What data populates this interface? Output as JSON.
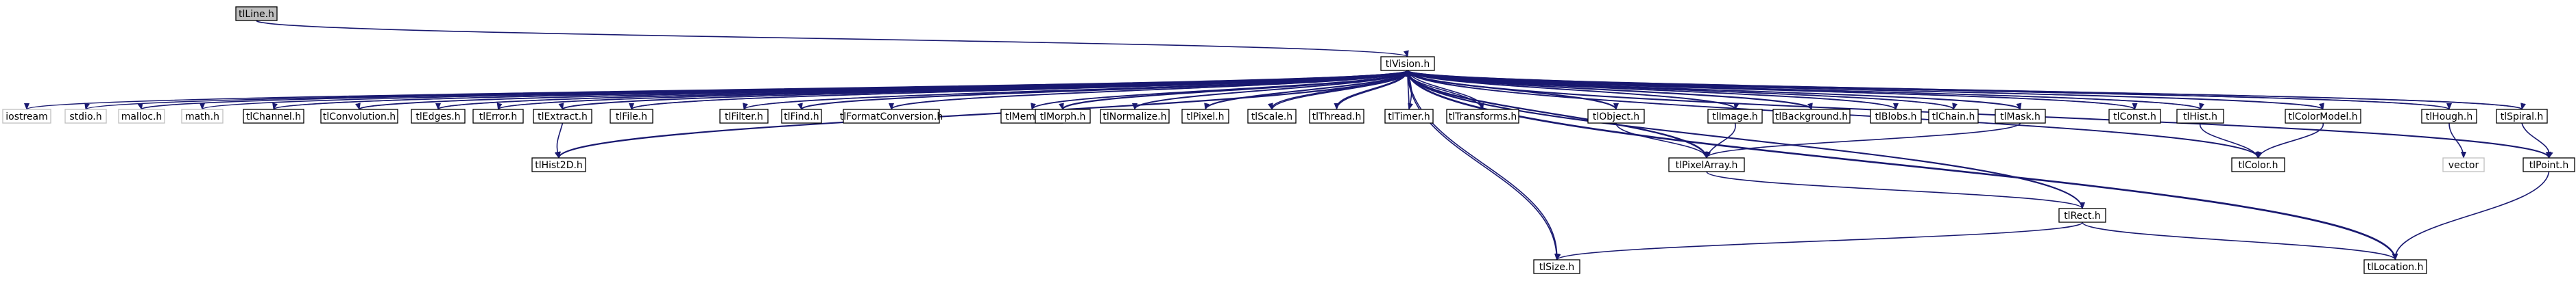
{
  "graph": {
    "nodes": [
      {
        "id": "tlLine",
        "label": "tlLine.h",
        "kind": "root"
      },
      {
        "id": "tlVision",
        "label": "tlVision.h",
        "kind": "project"
      },
      {
        "id": "iostream",
        "label": "iostream",
        "kind": "system"
      },
      {
        "id": "stdio",
        "label": "stdio.h",
        "kind": "system"
      },
      {
        "id": "malloc",
        "label": "malloc.h",
        "kind": "system"
      },
      {
        "id": "math",
        "label": "math.h",
        "kind": "system"
      },
      {
        "id": "tlChannel",
        "label": "tlChannel.h",
        "kind": "project"
      },
      {
        "id": "tlConvolution",
        "label": "tlConvolution.h",
        "kind": "project"
      },
      {
        "id": "tlEdges",
        "label": "tlEdges.h",
        "kind": "project"
      },
      {
        "id": "tlError",
        "label": "tlError.h",
        "kind": "project"
      },
      {
        "id": "tlExtract",
        "label": "tlExtract.h",
        "kind": "project"
      },
      {
        "id": "tlFile",
        "label": "tlFile.h",
        "kind": "project"
      },
      {
        "id": "tlFilter",
        "label": "tlFilter.h",
        "kind": "project"
      },
      {
        "id": "tlFind",
        "label": "tlFind.h",
        "kind": "project"
      },
      {
        "id": "tlFormatConversion",
        "label": "tlFormatConversion.h",
        "kind": "project"
      },
      {
        "id": "tlMemory",
        "label": "tlMemory.h",
        "kind": "project"
      },
      {
        "id": "tlMorph",
        "label": "tlMorph.h",
        "kind": "project"
      },
      {
        "id": "tlNormalize",
        "label": "tlNormalize.h",
        "kind": "project"
      },
      {
        "id": "tlPixel",
        "label": "tlPixel.h",
        "kind": "project"
      },
      {
        "id": "tlScale",
        "label": "tlScale.h",
        "kind": "project"
      },
      {
        "id": "tlThread",
        "label": "tlThread.h",
        "kind": "project"
      },
      {
        "id": "tlTimer",
        "label": "tlTimer.h",
        "kind": "project"
      },
      {
        "id": "tlTransforms",
        "label": "tlTransforms.h",
        "kind": "project"
      },
      {
        "id": "tlObject",
        "label": "tlObject.h",
        "kind": "project"
      },
      {
        "id": "tlImage",
        "label": "tlImage.h",
        "kind": "project"
      },
      {
        "id": "tlBackground",
        "label": "tlBackground.h",
        "kind": "project"
      },
      {
        "id": "tlBlobs",
        "label": "tlBlobs.h",
        "kind": "project"
      },
      {
        "id": "tlChain",
        "label": "tlChain.h",
        "kind": "project"
      },
      {
        "id": "tlMask",
        "label": "tlMask.h",
        "kind": "project"
      },
      {
        "id": "tlConst",
        "label": "tlConst.h",
        "kind": "project"
      },
      {
        "id": "tlHist",
        "label": "tlHist.h",
        "kind": "project"
      },
      {
        "id": "tlColorModel",
        "label": "tlColorModel.h",
        "kind": "project"
      },
      {
        "id": "tlHough",
        "label": "tlHough.h",
        "kind": "project"
      },
      {
        "id": "tlSpiral",
        "label": "tlSpiral.h",
        "kind": "project"
      },
      {
        "id": "tlHist2D",
        "label": "tlHist2D.h",
        "kind": "project"
      },
      {
        "id": "tlPixelArray",
        "label": "tlPixelArray.h",
        "kind": "project"
      },
      {
        "id": "tlColor",
        "label": "tlColor.h",
        "kind": "project"
      },
      {
        "id": "vector",
        "label": "vector",
        "kind": "system"
      },
      {
        "id": "tlPoint",
        "label": "tlPoint.h",
        "kind": "project"
      },
      {
        "id": "tlRect",
        "label": "tlRect.h",
        "kind": "project"
      },
      {
        "id": "tlSize",
        "label": "tlSize.h",
        "kind": "project"
      },
      {
        "id": "tlLocation",
        "label": "tlLocation.h",
        "kind": "project"
      }
    ],
    "edges": [
      [
        "tlLine",
        "tlVision"
      ],
      [
        "tlVision",
        "iostream"
      ],
      [
        "tlVision",
        "stdio"
      ],
      [
        "tlVision",
        "malloc"
      ],
      [
        "tlVision",
        "math"
      ],
      [
        "tlVision",
        "tlChannel"
      ],
      [
        "tlVision",
        "tlConvolution"
      ],
      [
        "tlVision",
        "tlEdges"
      ],
      [
        "tlVision",
        "tlError"
      ],
      [
        "tlVision",
        "tlExtract"
      ],
      [
        "tlVision",
        "tlFile"
      ],
      [
        "tlVision",
        "tlFilter"
      ],
      [
        "tlVision",
        "tlFind"
      ],
      [
        "tlVision",
        "tlFormatConversion"
      ],
      [
        "tlVision",
        "tlMemory"
      ],
      [
        "tlVision",
        "tlMorph"
      ],
      [
        "tlVision",
        "tlNormalize"
      ],
      [
        "tlVision",
        "tlPixel"
      ],
      [
        "tlVision",
        "tlScale"
      ],
      [
        "tlVision",
        "tlThread"
      ],
      [
        "tlVision",
        "tlTimer"
      ],
      [
        "tlVision",
        "tlTransforms"
      ],
      [
        "tlVision",
        "tlObject"
      ],
      [
        "tlVision",
        "tlImage"
      ],
      [
        "tlVision",
        "tlBackground"
      ],
      [
        "tlVision",
        "tlBlobs"
      ],
      [
        "tlVision",
        "tlChain"
      ],
      [
        "tlVision",
        "tlMask"
      ],
      [
        "tlVision",
        "tlConst"
      ],
      [
        "tlVision",
        "tlHist"
      ],
      [
        "tlVision",
        "tlColorModel"
      ],
      [
        "tlVision",
        "tlHough"
      ],
      [
        "tlVision",
        "tlSpiral"
      ],
      [
        "tlVision",
        "tlHist2D"
      ],
      [
        "tlVision",
        "tlPixelArray"
      ],
      [
        "tlVision",
        "tlColor"
      ],
      [
        "tlVision",
        "tlPoint"
      ],
      [
        "tlVision",
        "tlRect"
      ],
      [
        "tlVision",
        "tlSize"
      ],
      [
        "tlVision",
        "tlLocation"
      ],
      [
        "tlChannel",
        "tlVision"
      ],
      [
        "tlConvolution",
        "tlVision"
      ],
      [
        "tlEdges",
        "tlVision"
      ],
      [
        "tlError",
        "tlVision"
      ],
      [
        "tlExtract",
        "tlVision"
      ],
      [
        "tlFile",
        "tlVision"
      ],
      [
        "tlFilter",
        "tlVision"
      ],
      [
        "tlFind",
        "tlVision"
      ],
      [
        "tlFormatConversion",
        "tlVision"
      ],
      [
        "tlMemory",
        "tlVision"
      ],
      [
        "tlMorph",
        "tlVision"
      ],
      [
        "tlNormalize",
        "tlVision"
      ],
      [
        "tlPixel",
        "tlVision"
      ],
      [
        "tlScale",
        "tlVision"
      ],
      [
        "tlThread",
        "tlVision"
      ],
      [
        "tlTimer",
        "tlVision"
      ],
      [
        "tlTransforms",
        "tlVision"
      ],
      [
        "tlObject",
        "tlVision"
      ],
      [
        "tlImage",
        "tlVision"
      ],
      [
        "tlBackground",
        "tlVision"
      ],
      [
        "tlBlobs",
        "tlVision"
      ],
      [
        "tlChain",
        "tlVision"
      ],
      [
        "tlMask",
        "tlVision"
      ],
      [
        "tlConst",
        "tlVision"
      ],
      [
        "tlHist",
        "tlVision"
      ],
      [
        "tlColorModel",
        "tlVision"
      ],
      [
        "tlHough",
        "tlVision"
      ],
      [
        "tlSpiral",
        "tlVision"
      ],
      [
        "tlHist2D",
        "tlVision"
      ],
      [
        "tlPixelArray",
        "tlVision"
      ],
      [
        "tlColor",
        "tlVision"
      ],
      [
        "tlPoint",
        "tlVision"
      ],
      [
        "tlRect",
        "tlVision"
      ],
      [
        "tlSize",
        "tlVision"
      ],
      [
        "tlLocation",
        "tlVision"
      ],
      [
        "tlExtract",
        "tlHist2D"
      ],
      [
        "tlObject",
        "tlPixelArray"
      ],
      [
        "tlImage",
        "tlPixelArray"
      ],
      [
        "tlMask",
        "tlPixelArray"
      ],
      [
        "tlPixelArray",
        "tlRect"
      ],
      [
        "tlColorModel",
        "tlColor"
      ],
      [
        "tlHist",
        "tlColor"
      ],
      [
        "tlHough",
        "vector"
      ],
      [
        "tlSpiral",
        "tlPoint"
      ],
      [
        "tlPoint",
        "tlLocation"
      ],
      [
        "tlRect",
        "tlLocation"
      ],
      [
        "tlRect",
        "tlSize"
      ]
    ]
  },
  "colors": {
    "edge": "#191970",
    "root_fill": "#bfbfbf",
    "node_border": "#000000",
    "system_border": "#bfbfbf"
  }
}
